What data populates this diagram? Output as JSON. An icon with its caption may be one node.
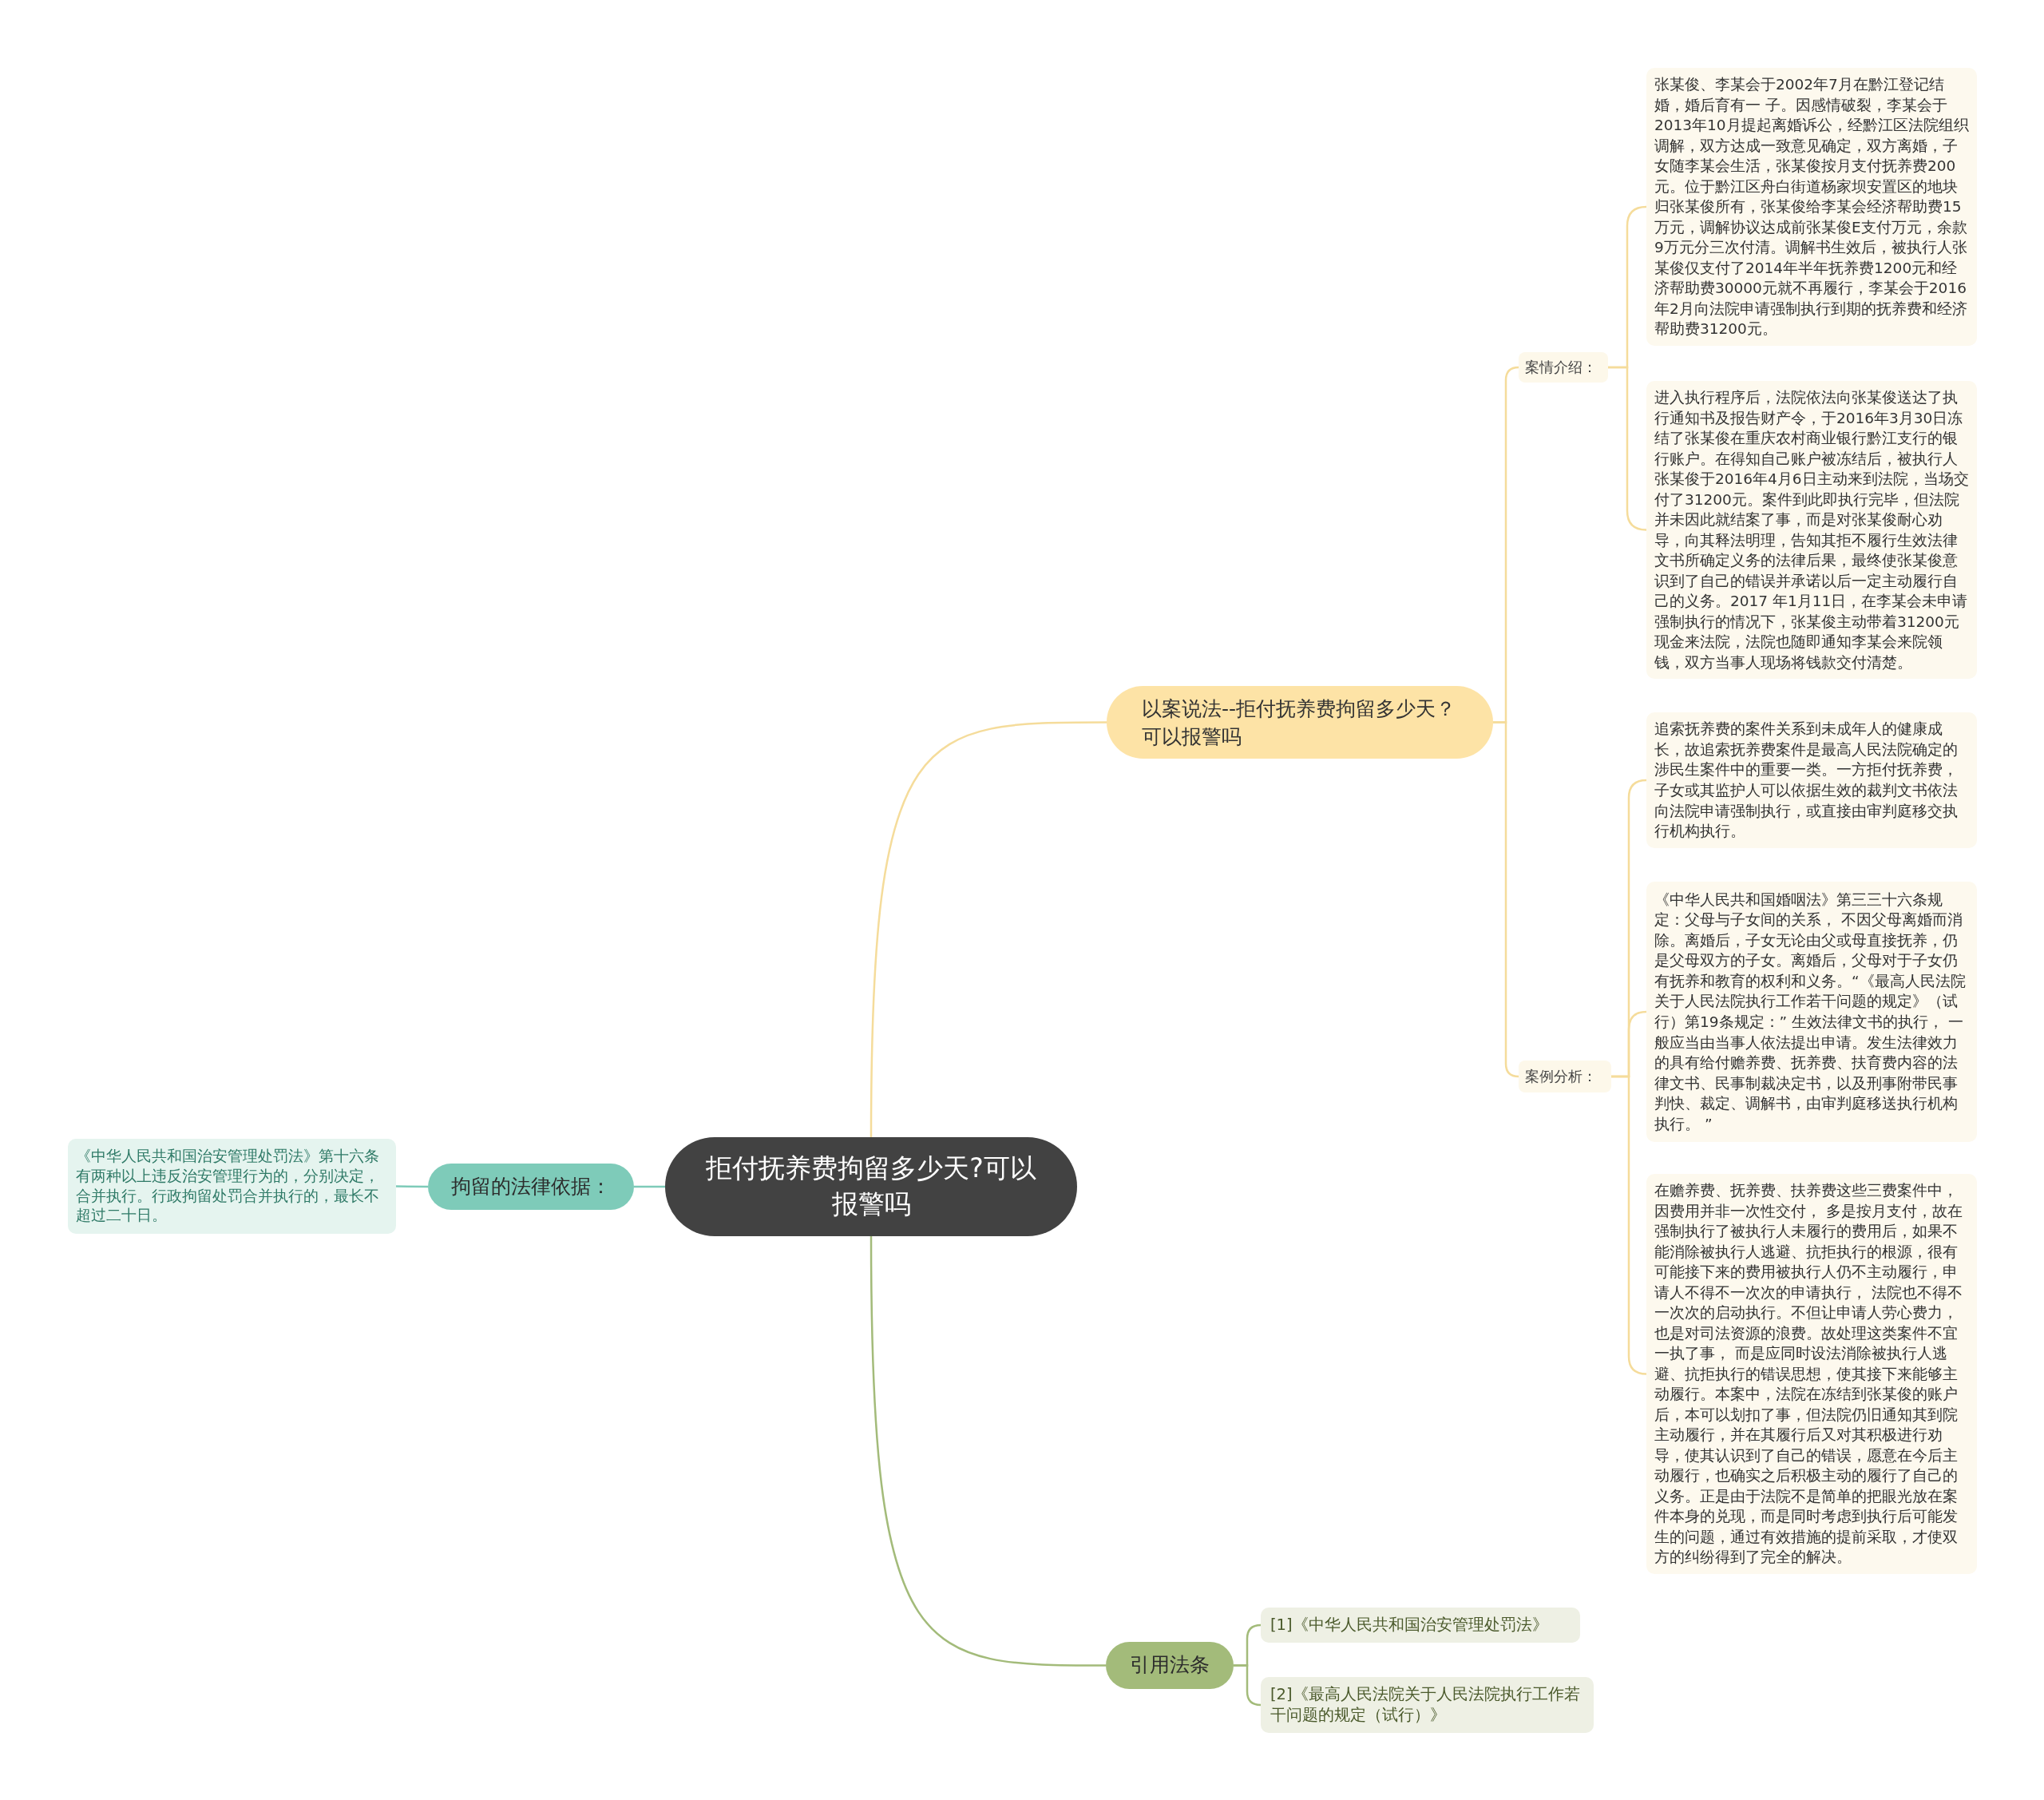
{
  "diagram": {
    "nodes": [
      {
        "text": [
          "拒付抚养费拘留多少天?可以报警吗"
        ]
      },
      {
        "text": [
          "以案说法--拒付抚养费拘留多少天？可以报警吗"
        ]
      },
      {
        "text": [
          "案情介绍："
        ]
      },
      {
        "text": [
          "张某俊、李某会于2002年7月在黔江登记结婚，婚后育有一 子。因感情破裂，李某会于2013年10月提起离婚诉公，经黔江区法院组织调解，双方达成一致意见确定，双方离婚，子女随李某会生活，张某俊按月支付抚养费200元。位于黔江区舟白街道杨家坝安置区的地块归张某俊所有，张某俊给李某会经济帮助费15万元，调解协议达成前张某俊E支付万元，余款9万元分三次付清。调解书生效后，被执行人张某俊仅支付了2014年半年抚养费1200元和经济帮助费30000元就不再履行，李某会于2016年2月向法院申请强制执行到期的抚养费和经济帮助费31200元。"
        ]
      },
      {
        "text": [
          "进入执行程序后，法院依法向张某俊送达了执行通知书及报告财产令，于2016年3月30日冻结了张某俊在重庆农村商业银行黔江支行的银行账户。在得知自己账户被冻结后，被执行人张某俊于2016年4月6日主动来到法院，当场交付了31200元。案件到此即执行完毕，但法院并未因此就结案了事，而是对张某俊耐心劝导，向其释法明理，告知其拒不履行生效法律文书所确定义务的法律后果，最终使张某俊意识到了自己的错误并承诺以后一定主动履行自己的义务。2017 年1月11日，在李某会未申请强制执行的情况下，张某俊主动带着31200元现金来法院，法院也随即通知李某会来院领钱，双方当事人现场将钱款交付清楚。"
        ]
      },
      {
        "text": [
          "案例分析："
        ]
      },
      {
        "text": [
          "追索抚养费的案件关系到未成年人的健康成长，故追索抚养费案件是最高人民法院确定的涉民生案件中的重要一类。一方拒付抚养费，子女或其监护人可以依据生效的裁判文书依法向法院申请强制执行，或直接由审判庭移交执行机构执行。"
        ]
      },
      {
        "text": [
          "《中华人民共和国婚咽法》第三三十六条规定：父母与子女间的关系， 不因父母离婚而消除。离婚后，子女无论由父或母直接抚养，仍是父母双方的子女。离婚后，父母对于子女仍有抚养和教育的权利和义务。“《最高人民法院关于人民法院执行工作若干问题的规定》（试行）第19条规定：” 生效法律文书的执行， 一般应当由当事人依法提出申请。发生法律效力的具有给付赡养费、抚养费、扶育费内容的法律文书、民事制裁决定书，以及刑事附带民事判快、裁定、调解书，由审判庭移送执行机构执行。 ”"
        ]
      },
      {
        "text": [
          "在赡养费、抚养费、扶养费这些三费案件中，因费用并非一次性交付， 多是按月支付，故在强制执行了被执行人未履行的费用后，如果不能消除被执行人逃避、抗拒执行的根源，很有可能接下来的费用被执行人仍不主动履行，申请人不得不一次次的申请执行， 法院也不得不一次次的启动执行。不但让申请人劳心费力，也是对司法资源的浪费。故处理这类案件不宜一执了事， 而是应同时设法消除被执行人逃避、抗拒执行的错误思想，使其接下来能够主动履行。本案中，法院在冻结到张某俊的账户后，本可以划扣了事，但法院仍旧通知其到院主动履行，并在其履行后又对其积极进行劝导，使其认识到了自己的错误，愿意在今后主动履行，也确实之后积极主动的履行了自己的义务。正是由于法院不是简单的把眼光放在案件本身的兑现，而是同时考虑到执行后可能发生的问题，通过有效措施的提前采取，才使双方的纠纷得到了完全的解决。"
        ]
      },
      {
        "text": [
          "拘留的法律依据："
        ]
      },
      {
        "text": [
          "《中华人民共和国治安管理处罚法》第十六条有两种以上违反治安管理行为的，分别决定，合并执行。行政拘留处罚合并执行的，最长不超过二十日。"
        ]
      },
      {
        "text": [
          "引用法条"
        ]
      },
      {
        "text": [
          "[1]《中华人民共和国治安管理处罚法》"
        ]
      },
      {
        "text": [
          "[2]《最高人民法院关于人民法院执行工作若干问题的规定（试行）》"
        ]
      }
    ],
    "edges": [
      {
        "from": 0,
        "to": 1,
        "arrow": "none"
      },
      {
        "from": 1,
        "to": 2,
        "arrow": "none"
      },
      {
        "from": 2,
        "to": 3,
        "arrow": "none"
      },
      {
        "from": 2,
        "to": 4,
        "arrow": "none"
      },
      {
        "from": 1,
        "to": 5,
        "arrow": "none"
      },
      {
        "from": 5,
        "to": 6,
        "arrow": "none"
      },
      {
        "from": 5,
        "to": 7,
        "arrow": "none"
      },
      {
        "from": 5,
        "to": 8,
        "arrow": "none"
      },
      {
        "from": 0,
        "to": 9,
        "arrow": "none",
        "color": "#7ecbb9"
      },
      {
        "from": 9,
        "to": 10,
        "arrow": "none",
        "color": "#7ecbb9"
      },
      {
        "from": 0,
        "to": 11,
        "arrow": "none",
        "color": "#a3bb7a"
      },
      {
        "from": 11,
        "to": 12,
        "arrow": "none",
        "color": "#a3bb7a"
      },
      {
        "from": 11,
        "to": 13,
        "arrow": "none",
        "color": "#a3bb7a"
      }
    ]
  }
}
